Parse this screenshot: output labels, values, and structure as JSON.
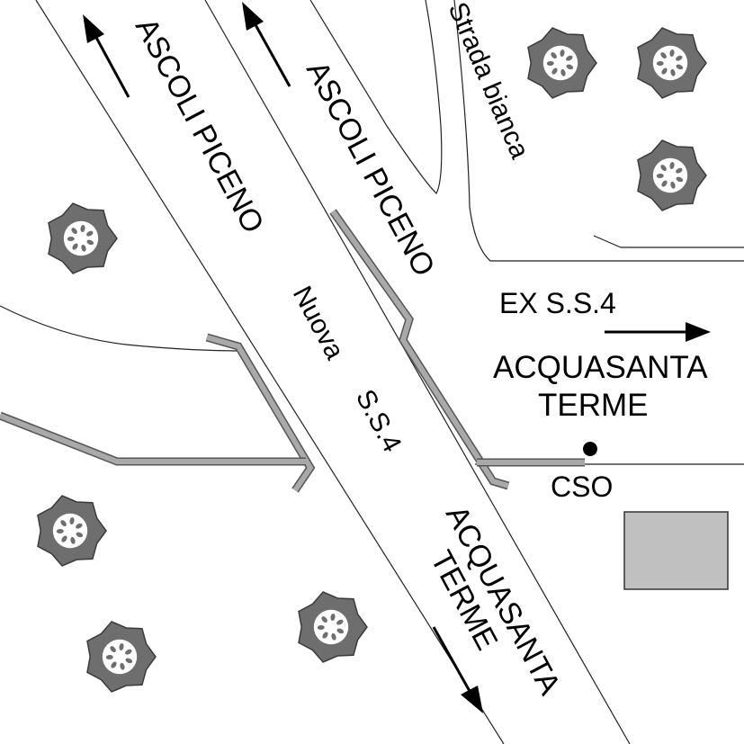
{
  "map": {
    "labels": {
      "ascoli_left": "ASCOLI PICENO",
      "ascoli_right": "ASCOLI PICENO",
      "strada_bianca": "Strada bianca",
      "nuova_ss4_word": "Nuova",
      "nuova_ss4_code": "S.S.4",
      "ex_ss4": "EX S.S.4",
      "acquasanta_right_line1": "ACQUASANTA",
      "acquasanta_right_line2": "TERME",
      "cso": "CSO",
      "acquasanta_bottom_line1": "ACQUASANTA",
      "acquasanta_bottom_line2": "TERME"
    },
    "colors": {
      "background": "#ffffff",
      "lines": "#222222",
      "pipe_fill": "#a9a9a9",
      "pipe_stroke": "#555555",
      "building_fill": "#c0c0c0",
      "tree_fill": "#6e6e6e",
      "tree_leaf": "#3a3a3a"
    },
    "icons": {
      "arrow": "arrow-icon",
      "tree": "tree-icon",
      "station": "station-dot-icon",
      "building": "building-icon"
    }
  }
}
